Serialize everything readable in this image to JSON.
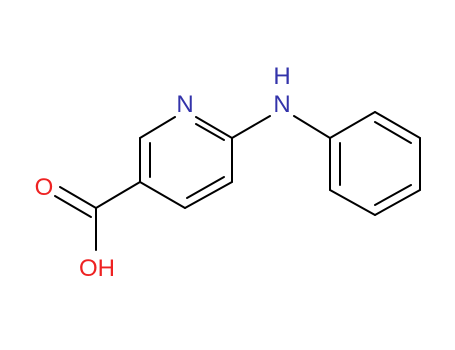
{
  "molecule": {
    "atoms": [
      {
        "id": "n_ring",
        "element": "N",
        "label": "N"
      },
      {
        "id": "n_amine",
        "element": "N",
        "label": "H"
      },
      {
        "id": "o_carbonyl",
        "element": "O",
        "label": "O"
      },
      {
        "id": "o_hydroxyl",
        "element": "O",
        "label": "OH"
      }
    ]
  },
  "colors": {
    "nitrogen": "#3333aa",
    "oxygen": "#ee2222",
    "bond": "#000000",
    "background": "#ffffff"
  }
}
